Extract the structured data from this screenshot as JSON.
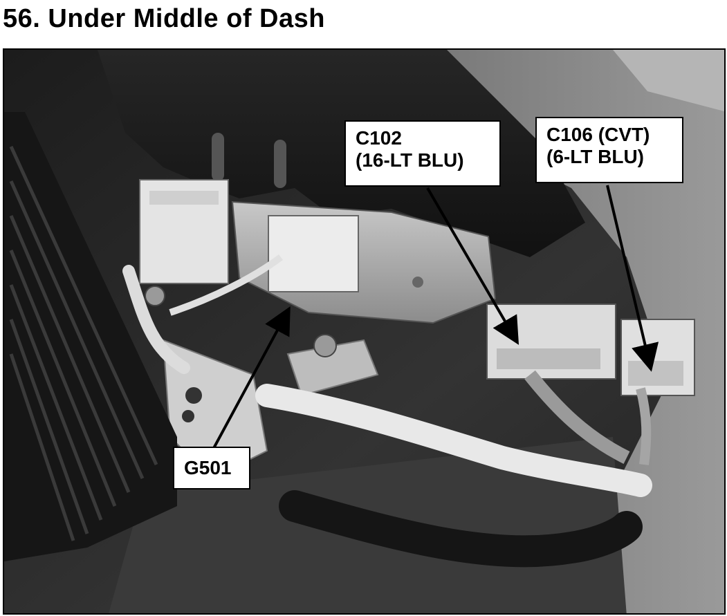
{
  "title": "56. Under Middle of Dash",
  "callouts": {
    "c102": {
      "line1": "C102",
      "line2": "(16-LT BLU)"
    },
    "c106": {
      "line1": "C106 (CVT)",
      "line2": "(6-LT BLU)"
    },
    "g501": {
      "line1": "G501"
    }
  }
}
